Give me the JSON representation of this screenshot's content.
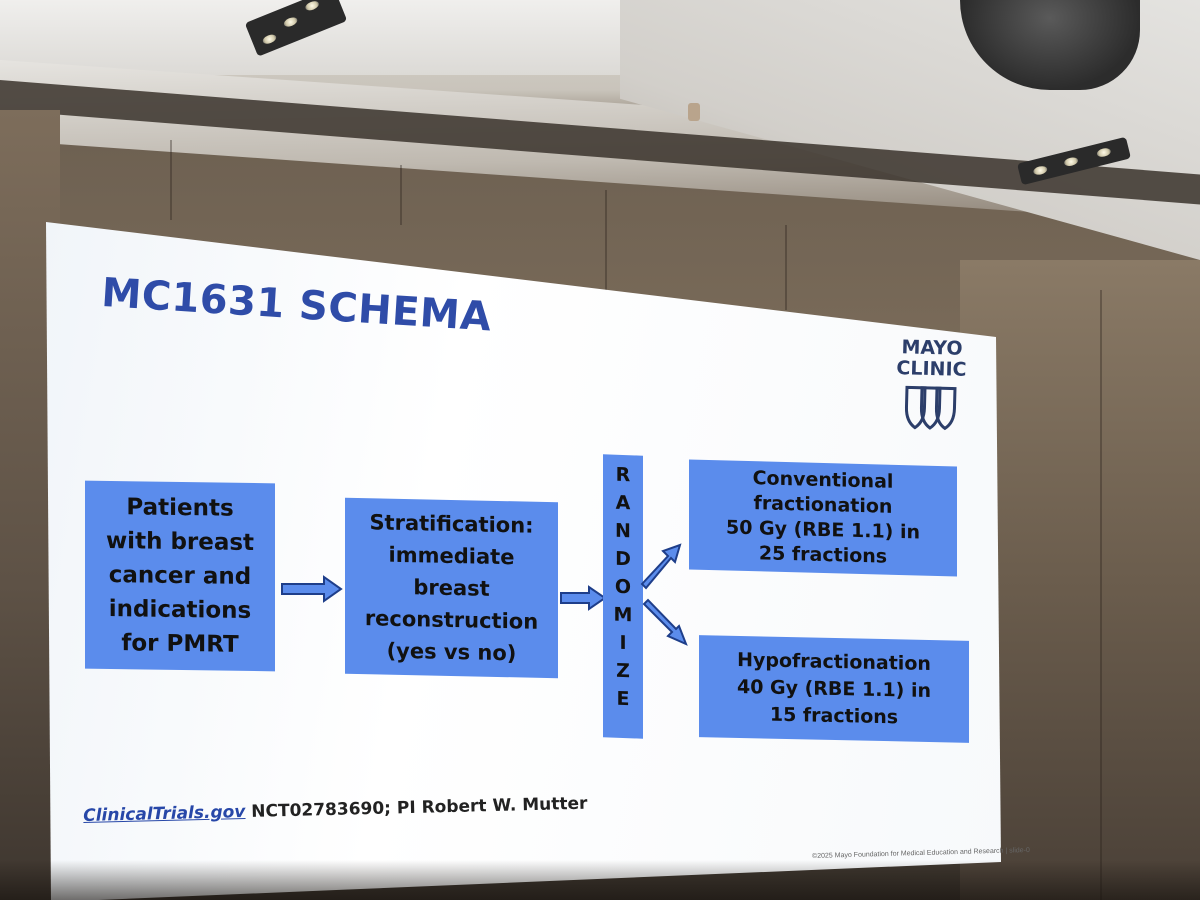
{
  "slide": {
    "title": "MC1631 SCHEMA",
    "logo": {
      "line1": "MAYO",
      "line2": "CLINIC",
      "icon": "mayo-shields-icon"
    },
    "boxes": {
      "patients": "Patients\nwith breast\ncancer and\nindications\nfor PMRT",
      "stratification": "Stratification:\nimmediate\nbreast\nreconstruction\n(yes vs no)",
      "randomize": [
        "R",
        "A",
        "N",
        "D",
        "O",
        "M",
        "I",
        "Z",
        "E"
      ],
      "conventional": "Conventional fractionation\n50 Gy (RBE 1.1) in\n25 fractions",
      "hypofractionation": "Hypofractionation\n40 Gy (RBE 1.1) in\n15 fractions"
    },
    "footer": {
      "link_text": "ClinicalTrials.gov",
      "reference": " NCT02783690; PI Robert W. Mutter"
    },
    "copyright": "©2025 Mayo Foundation for Medical Education and Research  |  slide-0"
  },
  "colors": {
    "box_fill": "#5b8cec",
    "title": "#2f4ca8",
    "slide_bg": "#f7f9fb"
  }
}
